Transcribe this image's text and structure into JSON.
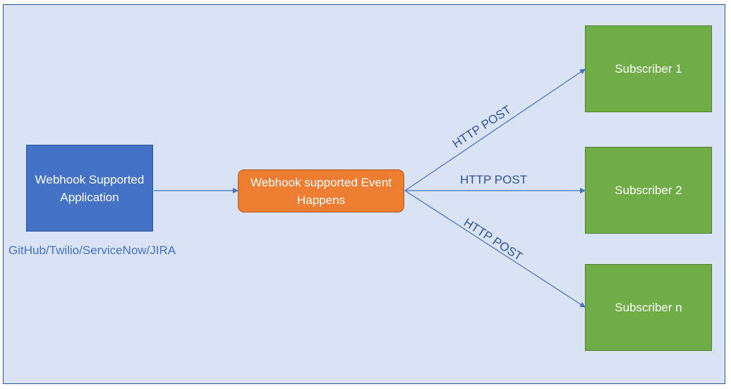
{
  "app": {
    "label": "Webhook Supported Application",
    "sources": "GitHub/Twilio/ServiceNow/JIRA"
  },
  "event": {
    "label": "Webhook supported Event Happens"
  },
  "subscribers": [
    {
      "label": "Subscriber 1"
    },
    {
      "label": "Subscriber 2"
    },
    {
      "label": "Subscriber n"
    }
  ],
  "edges": {
    "to_subscriber_1": "HTTP POST",
    "to_subscriber_2": "HTTP POST",
    "to_subscriber_n": "HTTP POST"
  },
  "colors": {
    "background": "#dae3f3",
    "app": "#4472c4",
    "event": "#ed7d31",
    "subscriber": "#70ad47",
    "arrow": "#4472c4"
  }
}
